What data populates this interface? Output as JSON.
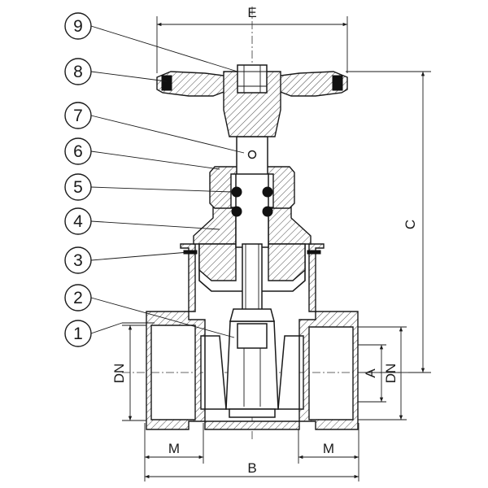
{
  "callouts": [
    "1",
    "2",
    "3",
    "4",
    "5",
    "6",
    "7",
    "8",
    "9"
  ],
  "dimensions": {
    "E": "E",
    "C": "C",
    "B": "B",
    "M_left": "M",
    "M_right": "M",
    "DN_left": "DN",
    "DN_right": "DN",
    "A": "A"
  },
  "colors": {
    "line": "#1a1a1a",
    "fill": "#ffffff",
    "solid": "#111111"
  }
}
